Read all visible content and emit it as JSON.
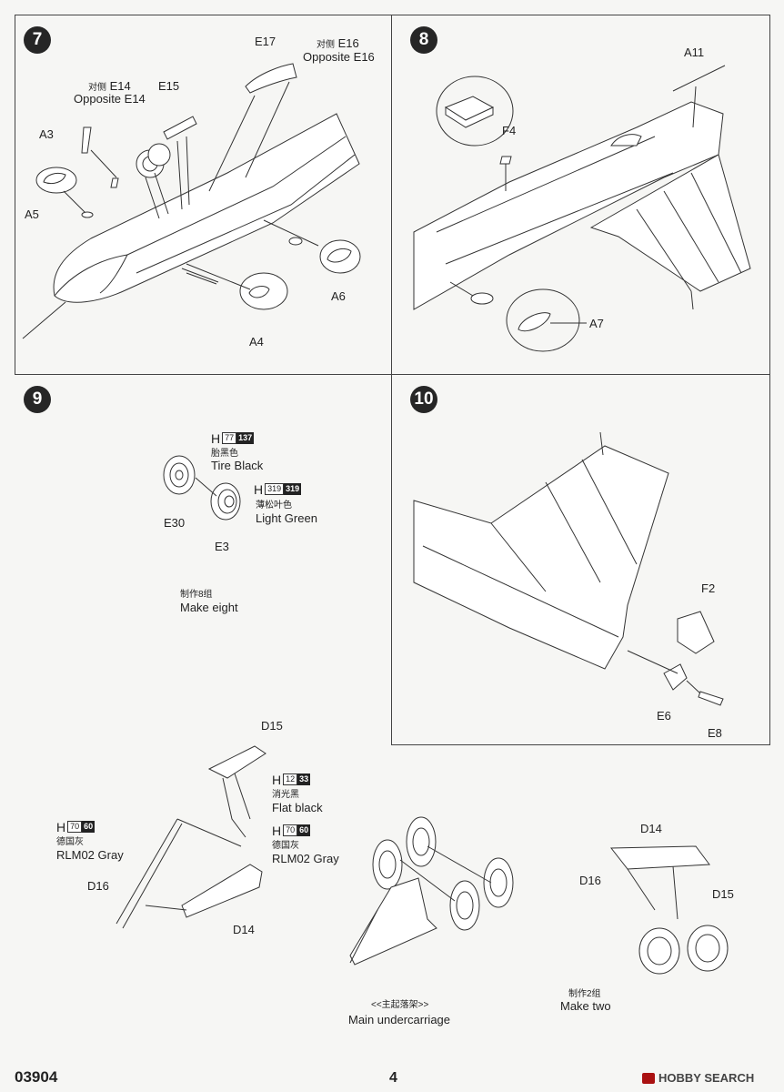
{
  "page_number": "4",
  "kit_number": "03904",
  "watermark": "HOBBY SEARCH",
  "steps": [
    {
      "number": "7",
      "labels": {
        "e17": "E17",
        "e16_cn": "对侧",
        "e16": "E16",
        "e16_opp": "Opposite E16",
        "e15": "E15",
        "e14_cn": "对侧",
        "e14": "E14",
        "e14_opp": "Opposite E14",
        "a3": "A3",
        "a5": "A5",
        "a6": "A6",
        "a4": "A4"
      }
    },
    {
      "number": "8",
      "labels": {
        "a11": "A11",
        "f4": "F4",
        "a7": "A7"
      }
    },
    {
      "number": "9",
      "labels": {
        "e30": "E30",
        "e3": "E3",
        "make_cn": "制作8组",
        "make": "Make eight"
      },
      "paints": [
        {
          "h": "H",
          "code": "77",
          "num": "137",
          "cn": "胎黑色",
          "en": "Tire Black"
        },
        {
          "h": "H",
          "code": "319",
          "num": "319",
          "cn": "薄松叶色",
          "en": "Light Green"
        }
      ]
    },
    {
      "number": "10",
      "labels": {
        "f2": "F2",
        "e6": "E6",
        "e8": "E8"
      }
    }
  ],
  "bottom": {
    "labels": {
      "d15": "D15",
      "d16": "D16",
      "d14": "D14",
      "main_cn": "<<主起落架>>",
      "main": "Main undercarriage",
      "r_d14": "D14",
      "r_d16": "D16",
      "r_d15": "D15",
      "make_cn": "制作2组",
      "make": "Make two"
    },
    "paints": [
      {
        "h": "H",
        "code": "12",
        "num": "33",
        "cn": "消光黑",
        "en": "Flat black"
      },
      {
        "h": "H",
        "code": "70",
        "num": "60",
        "cn": "德国灰",
        "en": "RLM02 Gray"
      },
      {
        "h": "H",
        "code": "70",
        "num": "60",
        "cn": "德国灰",
        "en": "RLM02 Gray"
      }
    ]
  }
}
